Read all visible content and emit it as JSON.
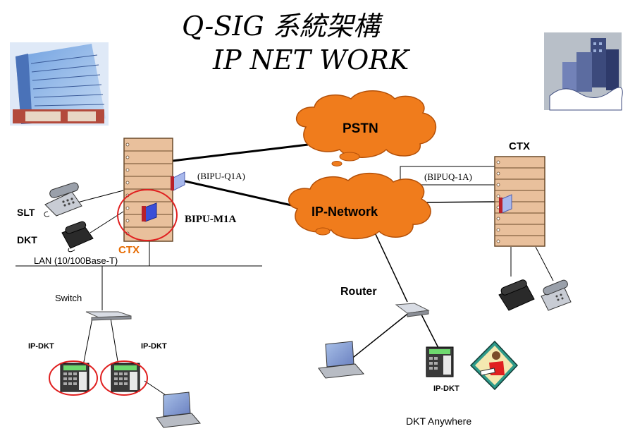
{
  "title": {
    "line1": "Q-SIG   系統架構",
    "line2": "IP NET WORK"
  },
  "clouds": {
    "pstn": "PSTN",
    "ip_network": "IP-Network"
  },
  "left_site": {
    "ctx_label": "CTX",
    "bipu_q1a": "(BIPU-Q1A)",
    "bipu_m1a": "BIPU-M1A",
    "slt": "SLT",
    "dkt": "DKT",
    "lan": "LAN (10/100Base-T)",
    "switch": "Switch",
    "ip_dkt_1": "IP-DKT",
    "ip_dkt_2": "IP-DKT"
  },
  "right_site": {
    "ctx_label": "CTX",
    "bipuq_1a": "(BIPUQ-1A)",
    "router": "Router",
    "ip_dkt": "IP-DKT",
    "dkt_anywhere": "DKT Anywhere"
  },
  "colors": {
    "cloud_fill": "#f07c1c",
    "cabinet": "#e9c09c",
    "ctx_orange": "#e66a00",
    "highlight_red": "#e02020",
    "card_blue": "#3a4fd8",
    "card_red": "#b8202a"
  }
}
